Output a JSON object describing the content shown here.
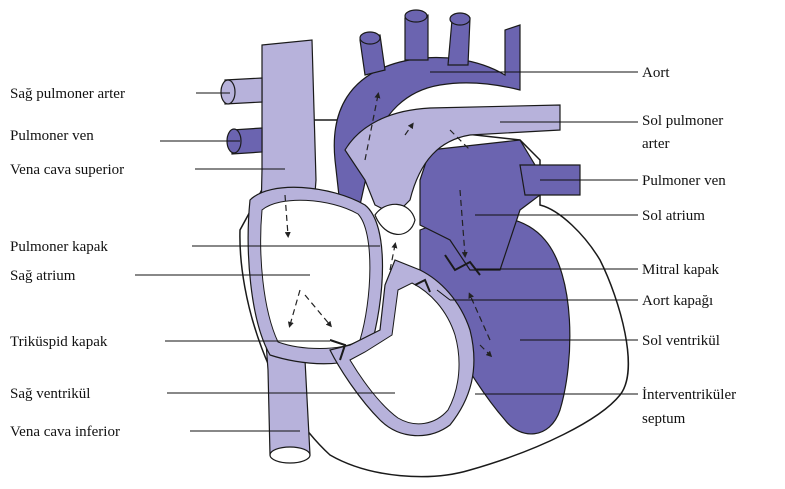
{
  "colors": {
    "dark": "#6b64b0",
    "light": "#b7b2db",
    "outline": "#1a1a1a",
    "background": "#ffffff"
  },
  "labels": {
    "left": {
      "sag_pulmoner_arter": "Sağ pulmoner arter",
      "pulmoner_ven": "Pulmoner ven",
      "vena_cava_superior": "Vena cava superior",
      "pulmoner_kapak": "Pulmoner kapak",
      "sag_atrium": "Sağ atrium",
      "trikuspid_kapak": "Triküspid kapak",
      "sag_ventrikul": "Sağ ventrikül",
      "vena_cava_inferior": "Vena cava inferior"
    },
    "right": {
      "aort": "Aort",
      "sol_pulmoner_arter_1": "Sol pulmoner",
      "sol_pulmoner_arter_2": "arter",
      "pulmoner_ven": "Pulmoner ven",
      "sol_atrium": "Sol atrium",
      "mitral_kapak": "Mitral kapak",
      "aort_kapagi": "Aort kapağı",
      "sol_ventrikul": "Sol ventrikül",
      "interventrikuler_septum_1": "İnterventriküler",
      "interventrikuler_septum_2": "septum"
    }
  }
}
